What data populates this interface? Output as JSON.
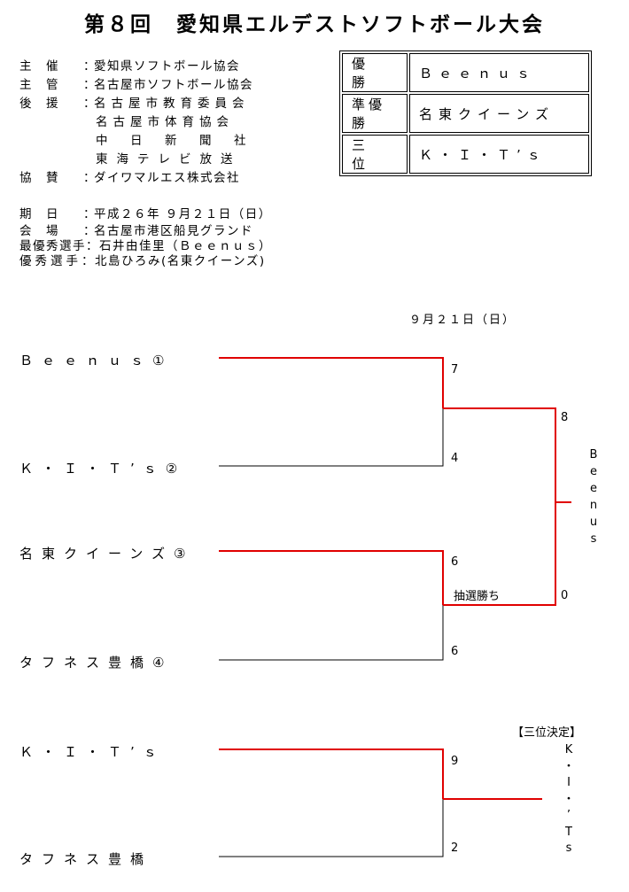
{
  "title": "第８回　愛知県エルデストソフトボール大会",
  "info": {
    "organizer_label": "主　催",
    "organizer": "愛知県ソフトボール協会",
    "manager_label": "主　管",
    "manager": "名古屋市ソフトボール協会",
    "support_label": "後　援",
    "supporters": [
      "名古屋市教育委員会",
      "名古屋市体育協会",
      "中　日　新　聞　社",
      "東海テレビ放送"
    ],
    "sponsor_label": "協　賛",
    "sponsor": "ダイワマルエス株式会社",
    "date_label": "期　日",
    "date": "平成２６年 ９月２１日（日）",
    "venue_label": "会　場",
    "venue": "名古屋市港区船見グランド",
    "mvp_label": "最優秀選手",
    "mvp": "石井由佳里（Ｂｅｅｎｕｓ）",
    "excellent_label": "優秀選手",
    "excellent": "北島ひろみ(名東クイーンズ)"
  },
  "results": [
    {
      "rank": "優　勝",
      "team": "Ｂｅｅｎｕｓ"
    },
    {
      "rank": "準優勝",
      "team": "名東クイーンズ"
    },
    {
      "rank": "三　位",
      "team": "Ｋ・Ｉ・Ｔ’ｓ"
    }
  ],
  "bracket": {
    "date": "９月２１日（日）",
    "teams": [
      "Ｂｅｅｎｕｓ①",
      "Ｋ・Ｉ・Ｔ’ｓ②",
      "名東クイーンズ③",
      "タフネス豊橋④"
    ],
    "semi1_scores": [
      "7",
      "4"
    ],
    "semi2_scores": [
      "6",
      "6"
    ],
    "semi2_note": "抽選勝ち",
    "final_scores": [
      "8",
      "0"
    ],
    "champion_vertical": [
      "B",
      "e",
      "e",
      "n",
      "u",
      "s"
    ],
    "third_label": "【三位決定】",
    "third_teams": [
      "Ｋ・Ｉ・Ｔ’ｓ",
      "タフネス豊橋"
    ],
    "third_scores": [
      "9",
      "2"
    ],
    "third_winner_vertical": [
      "K",
      "・",
      "I",
      "・",
      "’",
      "T",
      "s"
    ],
    "colors": {
      "win_line": "#e00000",
      "line": "#000000"
    }
  }
}
